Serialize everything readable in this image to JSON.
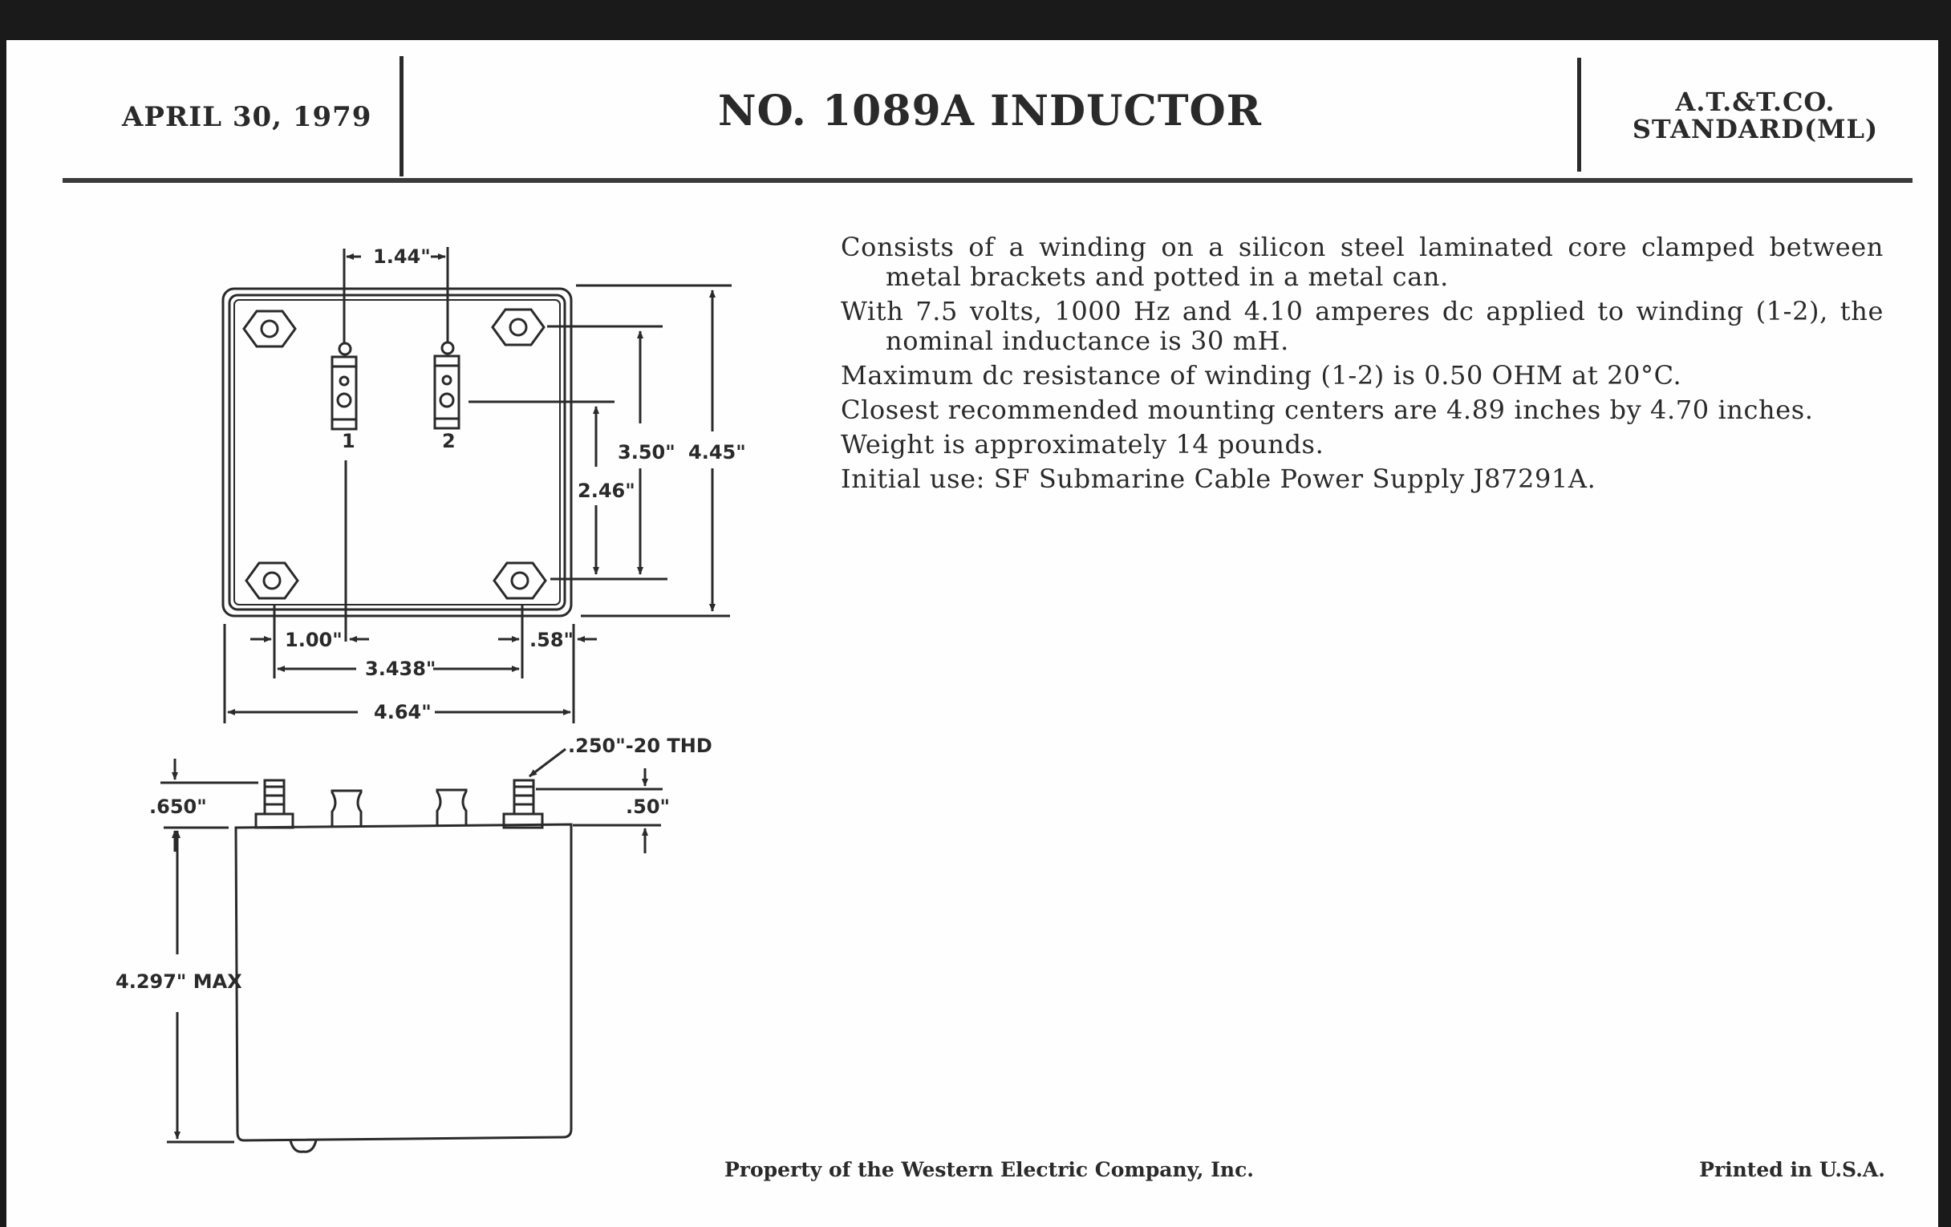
{
  "header": {
    "date": "APRIL 30, 1979",
    "title": "NO. 1089A INDUCTOR",
    "standard_line1": "A.T.&T.CO.",
    "standard_line2": "STANDARD(ML)"
  },
  "specifications": [
    "Consists of a winding on a silicon steel laminated core clamped between metal brackets and potted in a metal can.",
    "With 7.5 volts, 1000 Hz and 4.10 amperes dc applied to winding (1-2), the nominal inductance is 30 mH.",
    "Maximum dc resistance of winding (1-2) is 0.50 OHM at 20°C.",
    "Closest recommended mounting centers are 4.89 inches by 4.70 inches.",
    "Weight is approximately 14 pounds.",
    "Initial use: SF Submarine Cable Power Supply J87291A."
  ],
  "top_view": {
    "terminal_spacing": "1.44\"",
    "terminal_1_label": "1",
    "terminal_2_label": "2",
    "height_overall": "4.45\"",
    "mounting_centers_vertical": "3.50\"",
    "terminal_to_mount": "2.46\"",
    "left_offset": "1.00\"",
    "right_offset": ".58\"",
    "mounting_centers_horizontal": "3.438\"",
    "width_overall": "4.64\""
  },
  "side_view": {
    "stud_height": ".650\"",
    "thread_spec": ".250\"-20 THD",
    "terminal_height": ".50\"",
    "can_height": "4.297\" MAX"
  },
  "footer": {
    "property": "Property of the Western Electric Company, Inc.",
    "printed": "Printed in U.S.A."
  },
  "colors": {
    "ink": "#2a2a2a",
    "paper": "#fefefe",
    "background": "#1a1a1a"
  }
}
